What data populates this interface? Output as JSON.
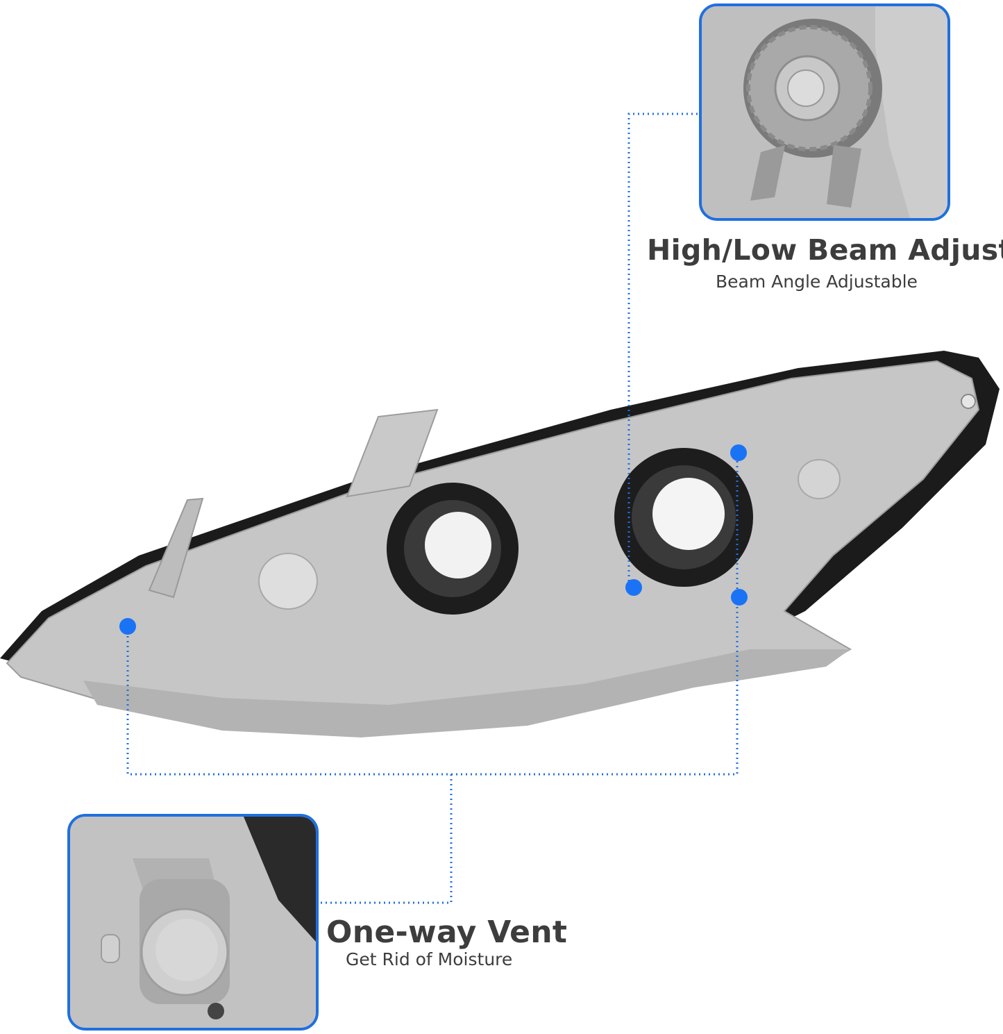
{
  "callouts": {
    "beam_adjuster": {
      "title": "High/Low Beam Adjuster",
      "subtitle": "Beam Angle Adjustable"
    },
    "vent": {
      "title": "One-way Vent",
      "subtitle": "Get Rid of Moisture"
    }
  },
  "colors": {
    "accent": "#1f6fe0",
    "marker": "#1a73f5",
    "housing": "#c4c4c4",
    "text": "#3d3d3d"
  }
}
